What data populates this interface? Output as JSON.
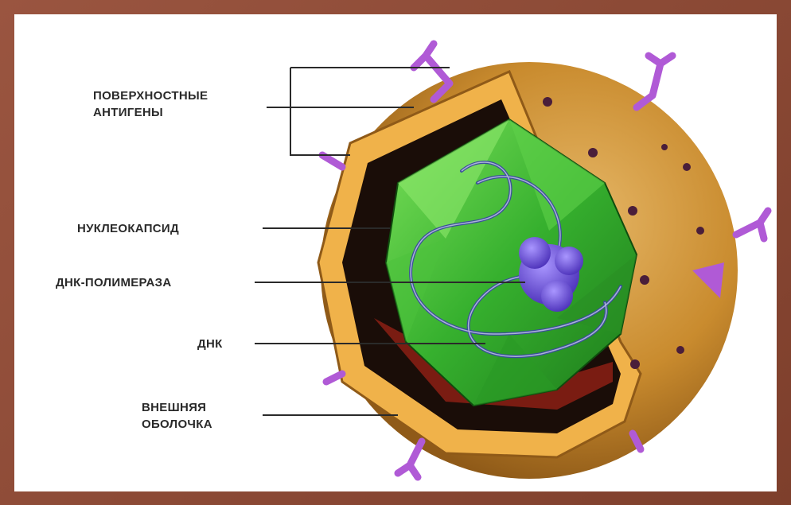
{
  "diagram": {
    "labels": {
      "surface_antigens": [
        "ПОВЕРХНОСТНЫЕ",
        "АНТИГЕНЫ"
      ],
      "nucleocapsid": "НУКЛЕОКАПСИД",
      "dna_polymerase": "ДНК-ПОЛИМЕРАЗА",
      "dna": "ДНК",
      "outer_envelope": [
        "ВНЕШНЯЯ",
        "ОБОЛОЧКА"
      ]
    },
    "colors": {
      "frame": "#8a4a36",
      "envelope": "#d9a24a",
      "shell_dark": "#1a0d08",
      "capsid_green": "#3fbf3a",
      "polymerase": "#7b5be0",
      "antigen": "#b05ad6"
    }
  }
}
